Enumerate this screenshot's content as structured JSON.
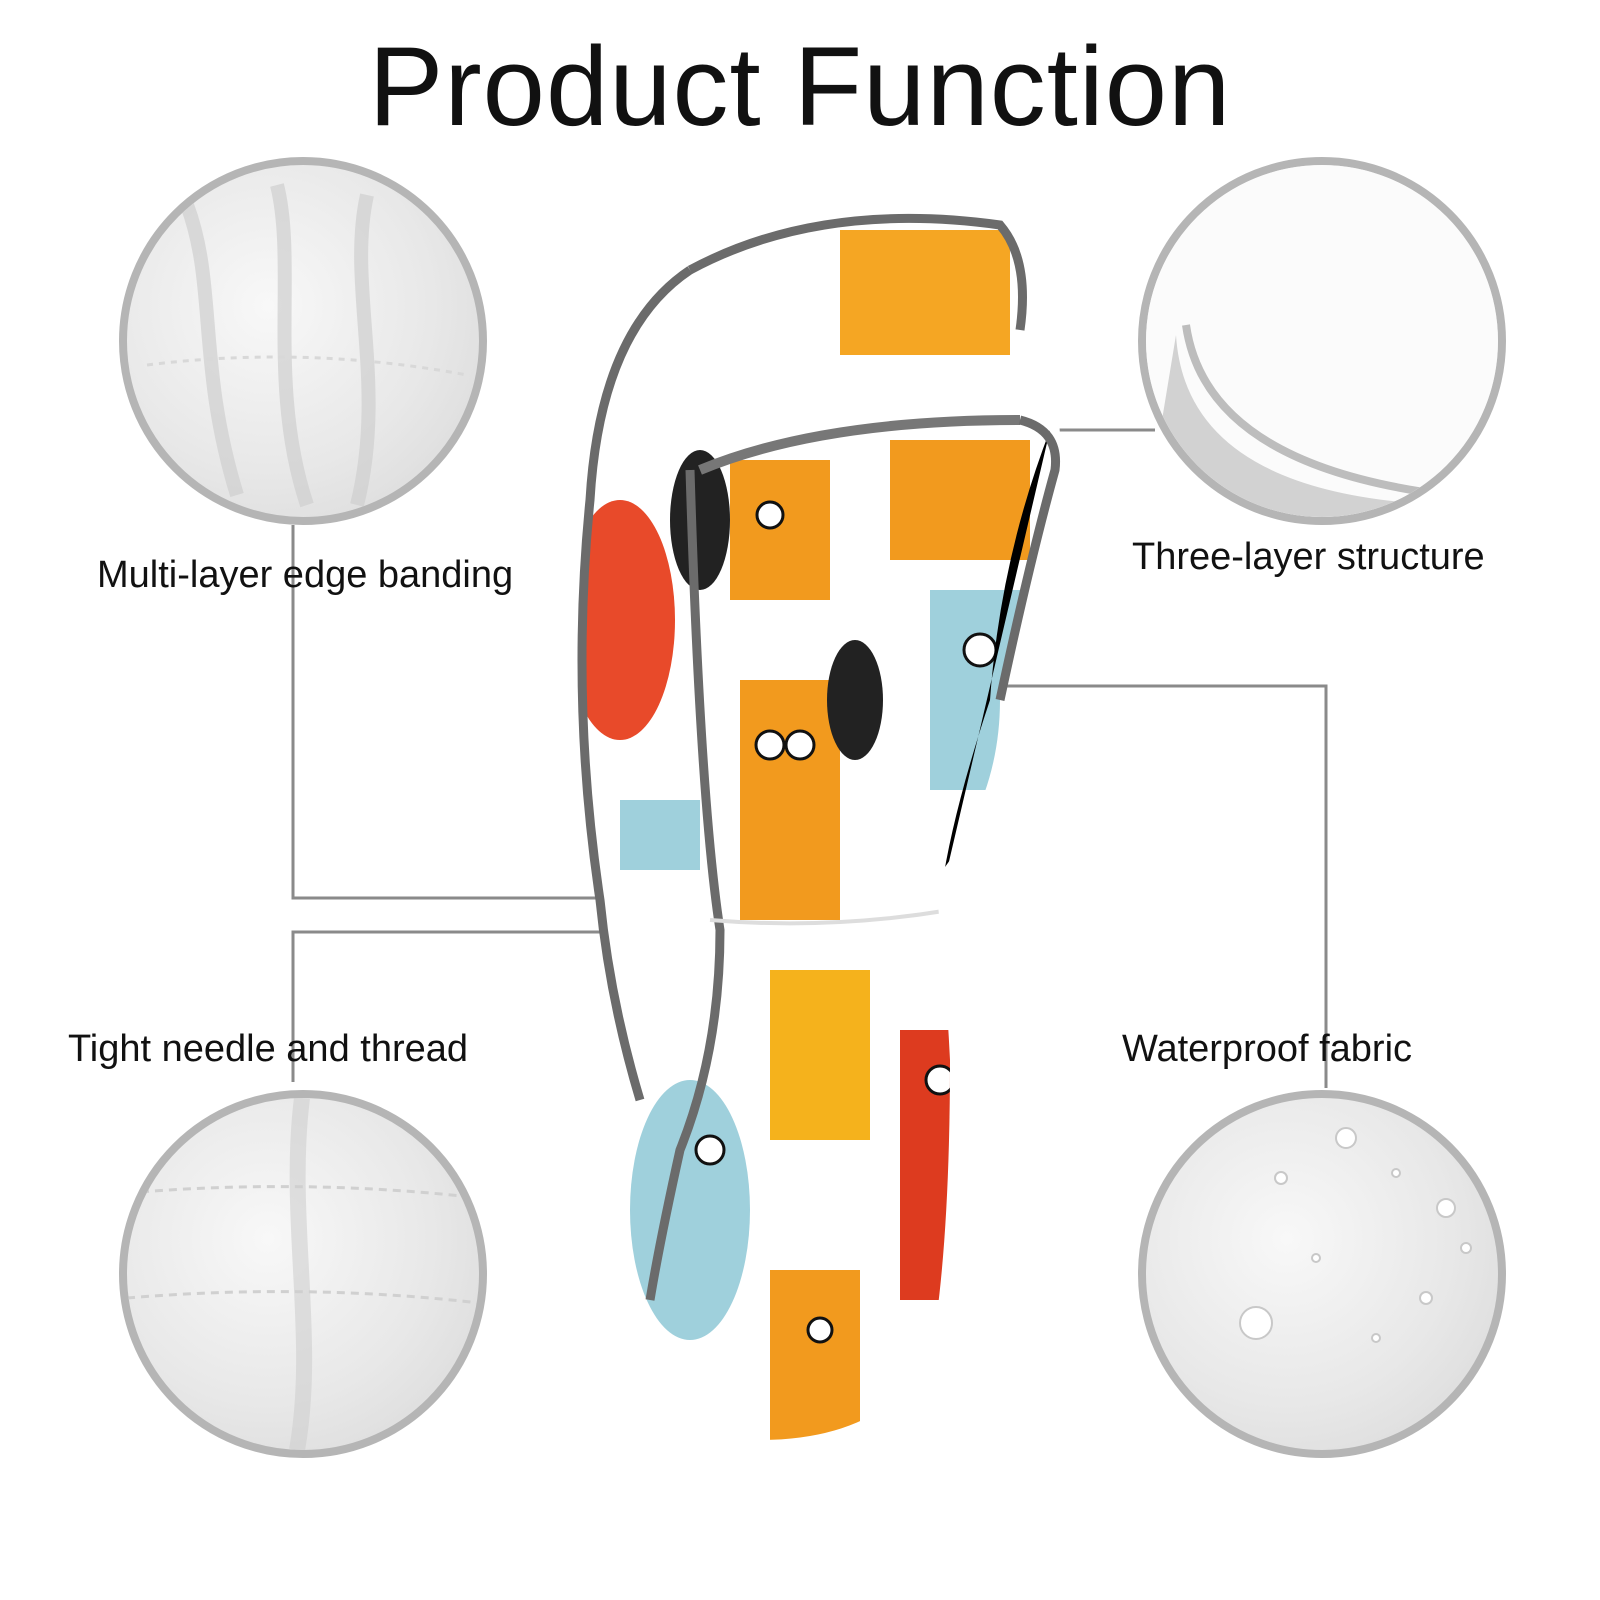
{
  "title": "Product Function",
  "features": [
    {
      "label": "Multi-layer edge banding",
      "icon": "fabric-fold-closeup"
    },
    {
      "label": "Three-layer structure",
      "icon": "layer-edge-closeup"
    },
    {
      "label": "Tight needle and thread",
      "icon": "stitching-closeup"
    },
    {
      "label": "Waterproof fabric",
      "icon": "water-droplets-closeup"
    }
  ],
  "colors": {
    "ring": "#b5b5b5",
    "line": "#8a8a8a",
    "trim": "#6b6b6b",
    "orange": "#f29a1e",
    "red": "#e84a2a",
    "blue": "#9fd0dc",
    "yellow": "#f5b21c"
  }
}
